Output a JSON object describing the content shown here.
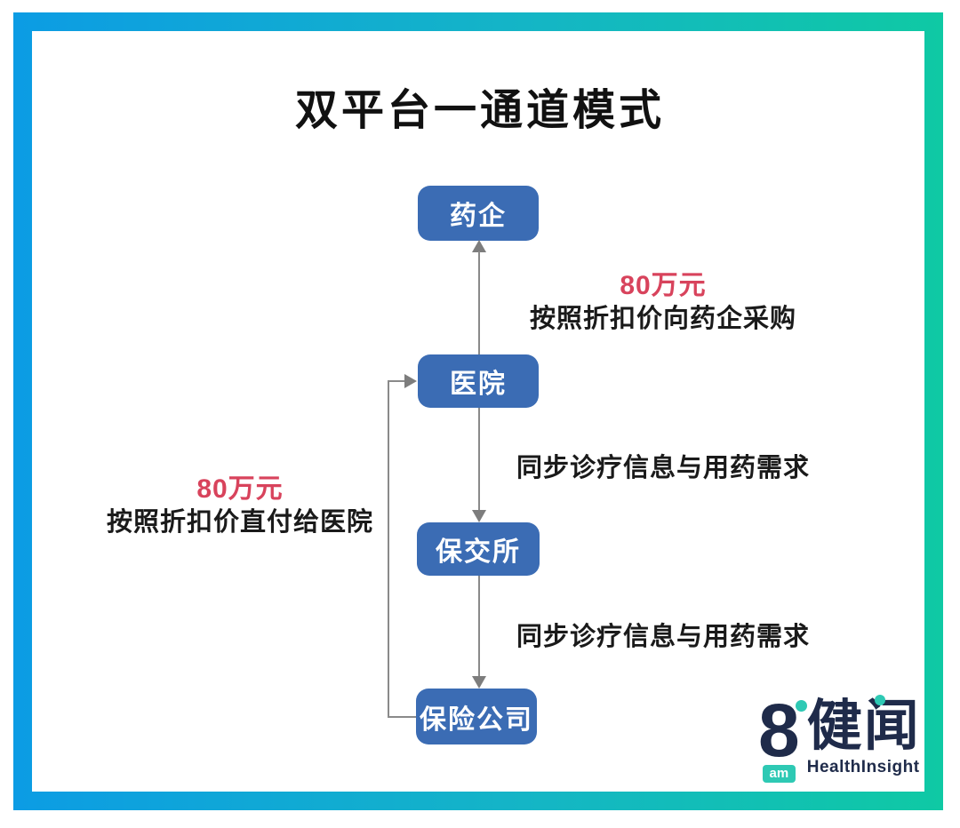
{
  "title": "双平台一通道模式",
  "nodes": {
    "pharma": "药企",
    "hospital": "医院",
    "exchange": "保交所",
    "insurer": "保险公司"
  },
  "edges": {
    "hospital_to_pharma": {
      "amount": "80万元",
      "label": "按照折扣价向药企采购",
      "direction": "up"
    },
    "hospital_to_exchange": {
      "label": "同步诊疗信息与用药需求",
      "direction": "down"
    },
    "exchange_to_insurer": {
      "label": "同步诊疗信息与用药需求",
      "direction": "down"
    },
    "insurer_to_hospital": {
      "amount": "80万元",
      "label": "按照折扣价直付给医院",
      "direction": "left-loop-up"
    }
  },
  "logo": {
    "numeral": "8",
    "badge": "am",
    "name_cn": "健闻",
    "name_en": "HealthInsight"
  },
  "colors": {
    "node_fill": "#3B6CB4",
    "node_text": "#ffffff",
    "arrow": "#8a8a8a",
    "amount_red": "#D8435C",
    "label_black": "#1a1a1a",
    "frame_gradient_start": "#0C9CE4",
    "frame_gradient_end": "#0FC9A4",
    "logo_navy": "#1F2B4A",
    "logo_teal": "#2EC9B4"
  }
}
